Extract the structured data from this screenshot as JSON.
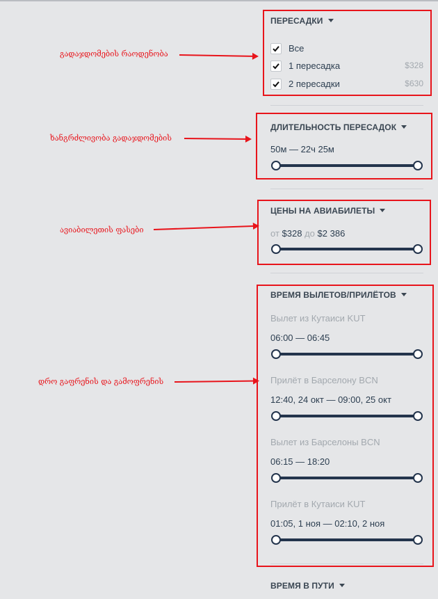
{
  "stops": {
    "title": "ПЕРЕСАДКИ",
    "options": [
      {
        "label": "Все",
        "price": "",
        "checked": true
      },
      {
        "label": "1 пересадка",
        "price": "$328",
        "checked": true
      },
      {
        "label": "2 пересадки",
        "price": "$630",
        "checked": true
      }
    ]
  },
  "layover": {
    "title": "ДЛИТЕЛЬНОСТЬ ПЕРЕСАДОК",
    "range": "50м — 22ч 25м"
  },
  "price": {
    "title": "ЦЕНЫ НА АВИАБИЛЕТЫ",
    "from_word": "от",
    "from_value": "$328",
    "to_word": "до",
    "to_value": "$2 386"
  },
  "times": {
    "title": "ВРЕМЯ ВЫЛЕТОВ/ПРИЛЁТОВ",
    "groups": [
      {
        "label": "Вылет из Кутаиси KUT",
        "range": "06:00 — 06:45"
      },
      {
        "label": "Прилёт в Барселону BCN",
        "range": "12:40, 24 окт — 09:00, 25 окт"
      },
      {
        "label": "Вылет из Барселоны BCN",
        "range": "06:15 — 18:20"
      },
      {
        "label": "Прилёт в Кутаиси KUT",
        "range": "01:05, 1 ноя — 02:10, 2 ноя"
      }
    ]
  },
  "duration": {
    "title": "ВРЕМЯ В ПУТИ"
  },
  "annotations": {
    "stops": "გადაჯდომების რაოდენობა",
    "layover": "ხანგრძლივობა გადაჯდომების",
    "price": "ავიაბილეთის ფასები",
    "times": "დრო გაფრენის და გამოფრენის"
  },
  "colors": {
    "accent_dark": "#23344c",
    "annotation_red": "#e8141b",
    "muted_text": "#a2a8ae"
  }
}
